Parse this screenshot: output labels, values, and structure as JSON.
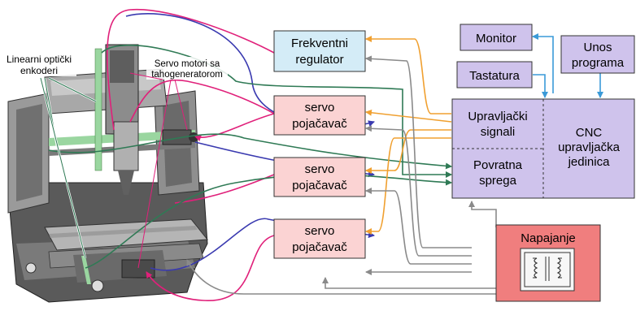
{
  "labels": {
    "encoders_line1": "Linearni optički",
    "encoders_line2": "enkoderi",
    "servo_motors_line1": "Servo motori sa",
    "servo_motors_line2": "tahogeneratorom"
  },
  "blocks": {
    "frekventni_regulator": {
      "line1": "Frekventni",
      "line2": "regulator"
    },
    "servo_pojacavac_1": {
      "line1": "servo",
      "line2": "pojačavač"
    },
    "servo_pojacavac_2": {
      "line1": "servo",
      "line2": "pojačavač"
    },
    "servo_pojacavac_3": {
      "line1": "servo",
      "line2": "pojačavač"
    },
    "monitor": "Monitor",
    "unos_programa": {
      "line1": "Unos",
      "line2": "programa"
    },
    "tastatura": "Tastatura",
    "upravljacki_signali": {
      "line1": "Upravljački",
      "line2": "signali"
    },
    "povratna_sprega": {
      "line1": "Povratna",
      "line2": "sprega"
    },
    "cnc_jedinica": {
      "line1": "CNC",
      "line2": "upravljačka",
      "line3": "jedinica"
    },
    "napajanje": "Napajanje"
  },
  "colors": {
    "regulator_fill": "#d4ecf7",
    "servo_fill": "#fbd3d3",
    "cnc_fill": "#cfc3ec",
    "napajanje_fill": "#f07e7e",
    "magenta_wire": "#e0207a",
    "blue_wire": "#3a3ab0",
    "orange_wire": "#f0a030",
    "green_wire": "#2f7a55",
    "gray_wire": "#8a8a8a",
    "cyan_wire": "#3a9ad8"
  }
}
